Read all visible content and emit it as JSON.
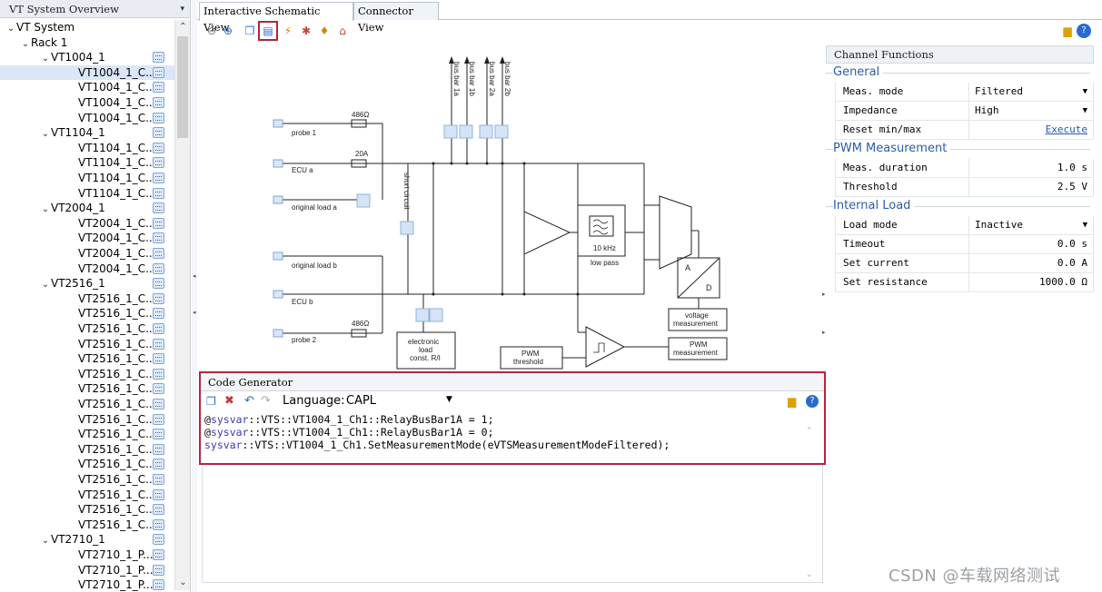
{
  "left_panel": {
    "title": "VT System Overview",
    "tree": [
      {
        "label": "VT System",
        "level": 0,
        "chev": "v"
      },
      {
        "label": "Rack 1",
        "level": 1,
        "chev": "v"
      },
      {
        "label": "VT1004_1",
        "level": 2,
        "chev": "v",
        "icon": true
      },
      {
        "label": "VT1004_1_C...",
        "level": 3,
        "icon": true,
        "selected": true
      },
      {
        "label": "VT1004_1_C...",
        "level": 3,
        "icon": true
      },
      {
        "label": "VT1004_1_C...",
        "level": 3,
        "icon": true
      },
      {
        "label": "VT1004_1_C...",
        "level": 3,
        "icon": true
      },
      {
        "label": "VT1104_1",
        "level": 2,
        "chev": "v",
        "icon": true
      },
      {
        "label": "VT1104_1_C...",
        "level": 3,
        "icon": true
      },
      {
        "label": "VT1104_1_C...",
        "level": 3,
        "icon": true
      },
      {
        "label": "VT1104_1_C...",
        "level": 3,
        "icon": true
      },
      {
        "label": "VT1104_1_C...",
        "level": 3,
        "icon": true
      },
      {
        "label": "VT2004_1",
        "level": 2,
        "chev": "v",
        "icon": true
      },
      {
        "label": "VT2004_1_C...",
        "level": 3,
        "icon": true
      },
      {
        "label": "VT2004_1_C...",
        "level": 3,
        "icon": true
      },
      {
        "label": "VT2004_1_C...",
        "level": 3,
        "icon": true
      },
      {
        "label": "VT2004_1_C...",
        "level": 3,
        "icon": true
      },
      {
        "label": "VT2516_1",
        "level": 2,
        "chev": "v",
        "icon": true
      },
      {
        "label": "VT2516_1_C...",
        "level": 3,
        "icon": true
      },
      {
        "label": "VT2516_1_C...",
        "level": 3,
        "icon": true
      },
      {
        "label": "VT2516_1_C...",
        "level": 3,
        "icon": true
      },
      {
        "label": "VT2516_1_C...",
        "level": 3,
        "icon": true
      },
      {
        "label": "VT2516_1_C...",
        "level": 3,
        "icon": true
      },
      {
        "label": "VT2516_1_C...",
        "level": 3,
        "icon": true
      },
      {
        "label": "VT2516_1_C...",
        "level": 3,
        "icon": true
      },
      {
        "label": "VT2516_1_C...",
        "level": 3,
        "icon": true
      },
      {
        "label": "VT2516_1_C...",
        "level": 3,
        "icon": true
      },
      {
        "label": "VT2516_1_C...",
        "level": 3,
        "icon": true
      },
      {
        "label": "VT2516_1_C...",
        "level": 3,
        "icon": true
      },
      {
        "label": "VT2516_1_C...",
        "level": 3,
        "icon": true
      },
      {
        "label": "VT2516_1_C...",
        "level": 3,
        "icon": true
      },
      {
        "label": "VT2516_1_C...",
        "level": 3,
        "icon": true
      },
      {
        "label": "VT2516_1_C...",
        "level": 3,
        "icon": true
      },
      {
        "label": "VT2516_1_C...",
        "level": 3,
        "icon": true
      },
      {
        "label": "VT2710_1",
        "level": 2,
        "chev": "v",
        "icon": true
      },
      {
        "label": "VT2710_1_P...",
        "level": 3,
        "icon": true
      },
      {
        "label": "VT2710_1_P...",
        "level": 3,
        "icon": true
      },
      {
        "label": "VT2710_1_P...",
        "level": 3,
        "icon": true
      }
    ]
  },
  "tabs": [
    {
      "label": "Interactive Schematic View",
      "active": true
    },
    {
      "label": "Connector View",
      "active": false
    }
  ],
  "toolbar_icons": [
    "zoom-out-icon",
    "zoom-in-icon",
    "copy-icon",
    "measure-icon",
    "bus-icon",
    "error-icon",
    "load-icon",
    "home-icon"
  ],
  "schematic": {
    "bus_bars": [
      "bus bar 1a",
      "bus bar 1b",
      "bus bar 2a",
      "bus bar 2b"
    ],
    "labels": {
      "probe1": "probe 1",
      "ecu_a": "ECU a",
      "orig_load_a": "original load a",
      "orig_load_b": "original load b",
      "ecu_b": "ECU b",
      "probe2": "probe 2",
      "r1": "486Ω",
      "r2": "20A",
      "r3": "486Ω",
      "short_circuit": "short circuit",
      "filter_freq": "10 kHz",
      "low_pass": "low pass",
      "adc_a": "A",
      "adc_d": "D",
      "voltage_measurement_1": "voltage",
      "voltage_measurement_2": "measurement",
      "pwm_measurement_1": "PWM",
      "pwm_measurement_2": "measurement",
      "pwm_threshold_1": "PWM",
      "pwm_threshold_2": "threshold",
      "electronic_load_1": "electronic",
      "electronic_load_2": "load",
      "electronic_load_3": "const. R/I"
    }
  },
  "channel_functions": {
    "title": "Channel Functions",
    "groups": [
      {
        "name": "General",
        "rows": [
          {
            "key": "Meas. mode",
            "value": "Filtered",
            "dropdown": true
          },
          {
            "key": "Impedance",
            "value": "High",
            "dropdown": true
          },
          {
            "key": "Reset min/max",
            "value": "Execute",
            "link": true
          }
        ]
      },
      {
        "name": "PWM Measurement",
        "rows": [
          {
            "key": "Meas. duration",
            "value": "1.0 s",
            "right": true
          },
          {
            "key": "Threshold",
            "value": "2.5 V",
            "right": true
          }
        ]
      },
      {
        "name": "Internal Load",
        "rows": [
          {
            "key": "Load mode",
            "value": "Inactive",
            "dropdown": true
          },
          {
            "key": "Timeout",
            "value": "0.0 s",
            "right": true
          },
          {
            "key": "Set current",
            "value": "0.0 A",
            "right": true
          },
          {
            "key": "Set resistance",
            "value": "1000.0 Ω",
            "right": true
          }
        ]
      }
    ]
  },
  "code_generator": {
    "title": "Code Generator",
    "language_label": "Language:",
    "language_value": "CAPL",
    "lines": [
      {
        "prefix": "@",
        "kw": "sysvar",
        "rest": "::VTS::VT1004_1_Ch1::RelayBusBar1A = 1;"
      },
      {
        "prefix": "@",
        "kw": "sysvar",
        "rest": "::VTS::VT1004_1_Ch1::RelayBusBar1A = 0;"
      },
      {
        "prefix": "",
        "kw": "sysvar",
        "rest": "::VTS::VT1004_1_Ch1.SetMeasurementMode(eVTSMeasurementModeFiltered);"
      }
    ]
  },
  "watermark": "CSDN @车载网络测试"
}
